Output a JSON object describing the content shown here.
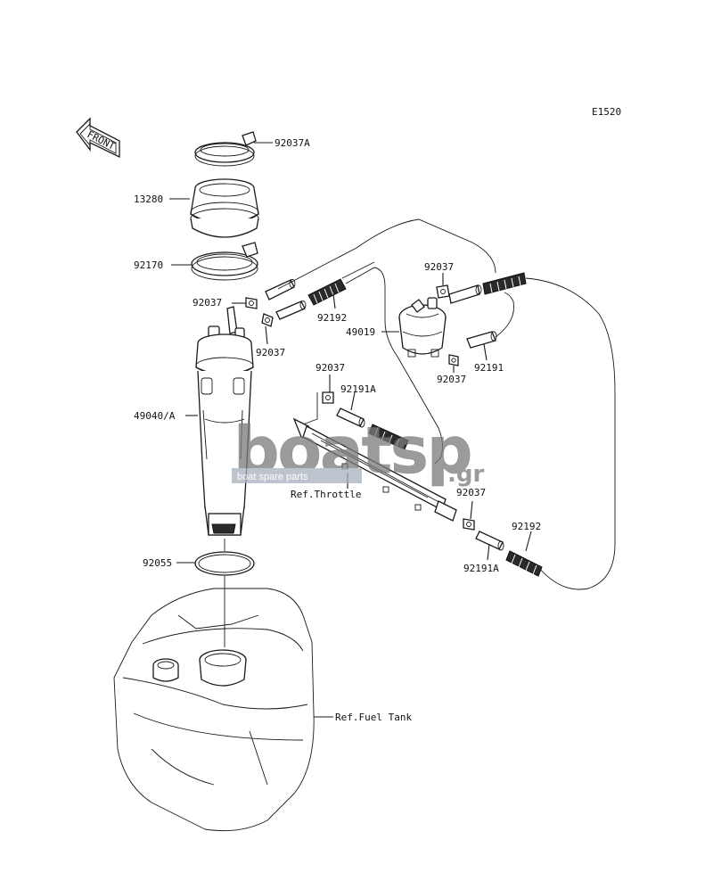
{
  "diagram_code": "E1520",
  "front_label": "FRONT",
  "labels": {
    "p92037A": "92037A",
    "p13280": "13280",
    "p92170": "92170",
    "p92037_left": "92037",
    "p92037_mid": "92037",
    "p92192_top": "92192",
    "p92037_filter_top": "92037",
    "p49019": "49019",
    "p92191": "92191",
    "p92037_filter_bottom": "92037",
    "p92037_center": "92037",
    "p92191A_top": "92191A",
    "p49040A": "49040/A",
    "ref_throttle": "Ref.Throttle",
    "p92037_right": "92037",
    "p92192_right": "92192",
    "p92191A_bottom": "92191A",
    "p92055": "92055",
    "ref_fuel_tank": "Ref.Fuel Tank"
  },
  "watermark": {
    "brand_main": "boatsp",
    "brand_suffix": ".gr",
    "tagline": "boat spare parts",
    "color_dark": "#7a7a7a",
    "color_light": "#a9b1be"
  }
}
